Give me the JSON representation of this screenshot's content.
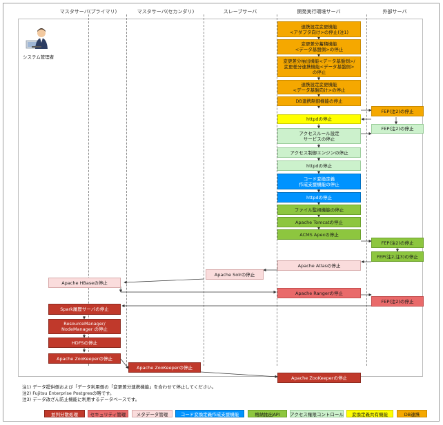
{
  "lanes": {
    "master_primary": "マスタサーバ(プライマリ)",
    "master_secondary": "マスタサーバ(セカンダリ)",
    "slave": "スレーブサーバ",
    "dev": "開発実行環境サーバ",
    "external": "外部サーバ"
  },
  "actor": {
    "label": "システム管理者",
    "icon": "admin-person-icon"
  },
  "steps": {
    "s1": "連携設定変更機能\n<アダプタ向け>の停止(注1)",
    "s2": "変更差分蓄積機能\n<データ基盤側>の停止",
    "s3": "変更差分抽出機能<データ基盤側>/\n変更差分連携機能<データ基盤側>\nの停止",
    "s4": "連携設定変更機能\n<データ基盤向け>の停止",
    "s5": "DB連携制御機能の停止",
    "s6": "httpdの停止",
    "s7": "アクセスルール設定\nサービスの停止",
    "s8": "アクセス制御エンジンの停止",
    "s9": "httpdの停止",
    "s10": "コード変換定義\n作成支援機能の停止",
    "s11": "httpdの停止",
    "s12": "ファイル監視機能の停止",
    "s13": "Apache Tomcatの停止",
    "s14": "ACMS Apexの停止",
    "s15": "Apache Atlasの停止",
    "s16": "Apache Rangerの停止",
    "s17": "Apache ZooKeeperの停止",
    "e1": "FEP(注2)の停止",
    "e2": "FEP(注2)の停止",
    "e3": "FEP(注2)の停止",
    "e4": "FEP(注2,注3)の停止",
    "e5": "FEP(注2)の停止",
    "sl1": "Apache Solrの停止",
    "p1": "Apache HBaseの停止",
    "p2": "Spark履歴サーバの停止",
    "p3": "ResourceManager/\nNodeManager の停止",
    "p4": "HDFSの停止",
    "p5": "Apache ZooKeeperの停止",
    "m2": "Apache ZooKeeperの停止"
  },
  "notes": [
    "注1) データ提供側および「データ利用側の「変更差分連携機能」を合わせて停止してください。",
    "注2) Fujitsu Enterprise Postgresの略です。",
    "注3) データ改ざん防止機能に利用するデータベースです。"
  ],
  "legend": [
    {
      "label": "並列分散処理",
      "color": "#c0392b"
    },
    {
      "label": "セキュリティ管理",
      "color": "#e96a6a"
    },
    {
      "label": "メタデータ管理",
      "color": "#fadcdc"
    },
    {
      "label": "コード変換定義作成支援機能",
      "color": "#0093ff"
    },
    {
      "label": "格納抽出API",
      "color": "#8dc63f"
    },
    {
      "label": "アクセス権限コントロール",
      "color": "#ccf1cc"
    },
    {
      "label": "変換定義共有機能",
      "color": "#ffff00"
    },
    {
      "label": "DB連携",
      "color": "#f5a800"
    }
  ]
}
